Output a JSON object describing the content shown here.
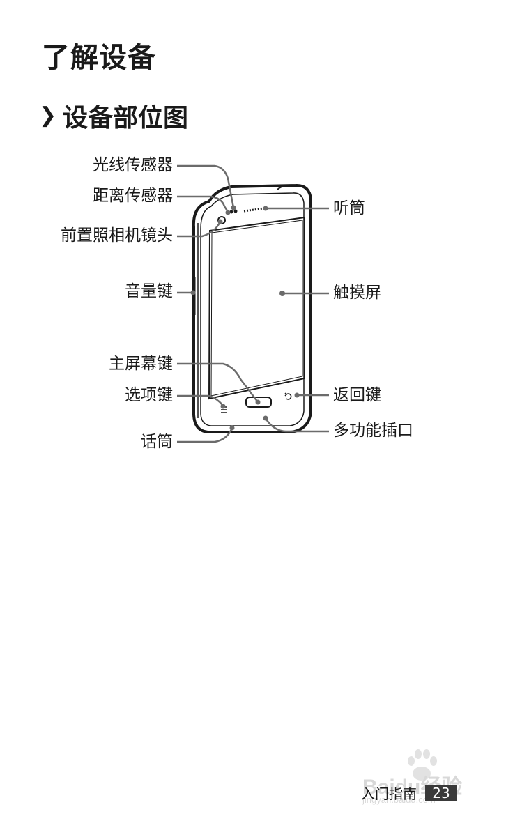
{
  "page": {
    "title": "了解设备",
    "section_title": "设备部位图",
    "section_marker": "❯"
  },
  "diagram": {
    "labels": {
      "light_sensor": "光线传感器",
      "proximity_sensor": "距离传感器",
      "front_camera": "前置照相机镜头",
      "volume_key": "音量键",
      "home_key": "主屏幕键",
      "menu_key": "选项键",
      "microphone": "话筒",
      "earpiece": "听筒",
      "touch_screen": "触摸屏",
      "back_key": "返回键",
      "multifunction_jack": "多功能插口"
    }
  },
  "footer": {
    "section_name": "入门指南",
    "page_number": "23"
  },
  "watermark": {
    "text": "Baidu经验",
    "sub": "jingyan.baidu.com"
  }
}
